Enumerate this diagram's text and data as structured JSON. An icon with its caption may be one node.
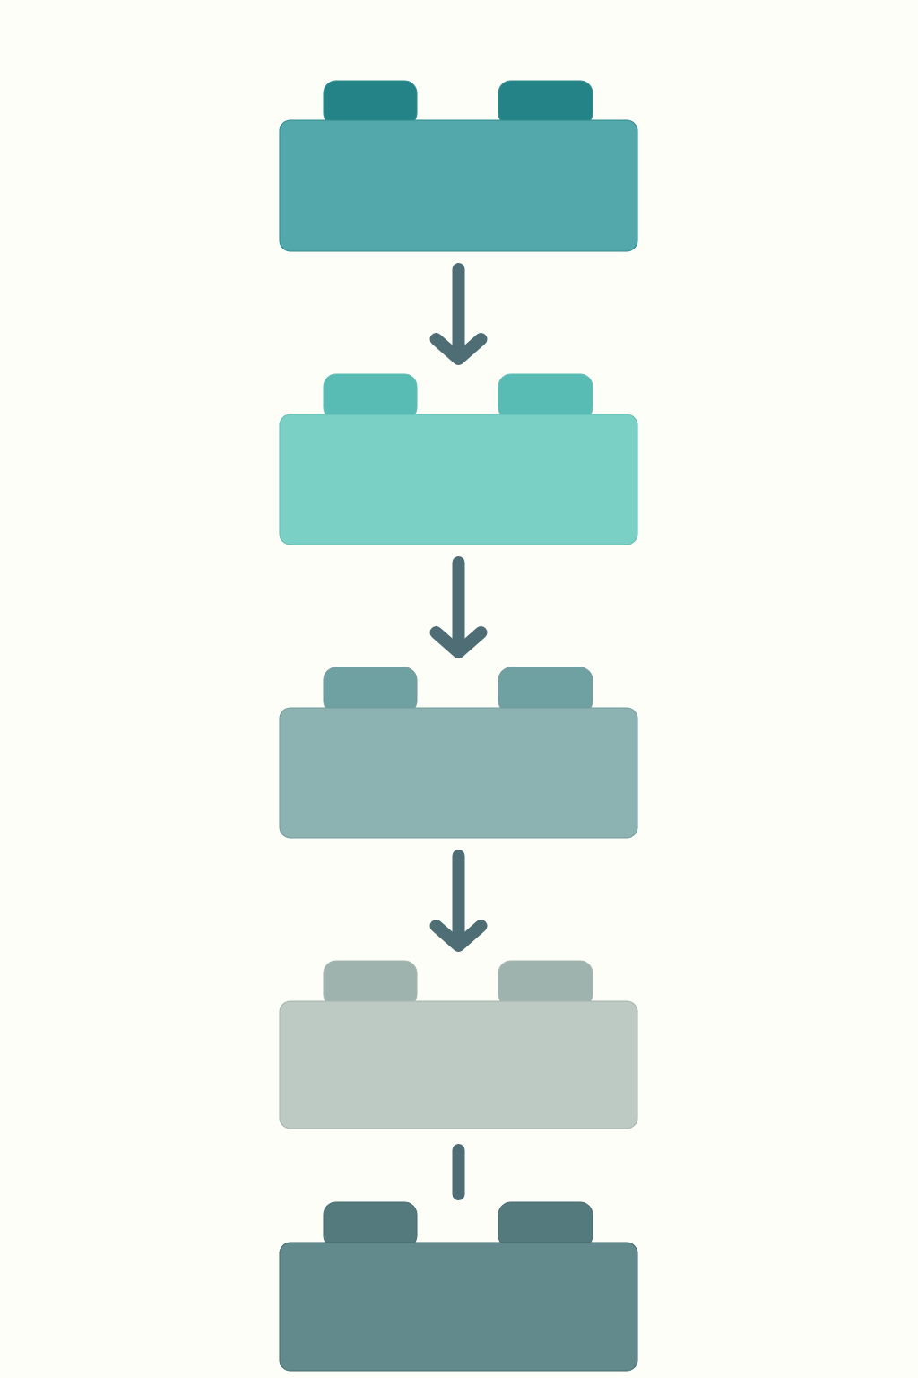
{
  "diagram": {
    "nodes": [
      {
        "text": [],
        "shape": "brick"
      },
      {
        "text": [],
        "shape": "brick"
      },
      {
        "text": [],
        "shape": "brick"
      },
      {
        "text": [],
        "shape": "brick"
      },
      {
        "text": [],
        "shape": "brick"
      }
    ],
    "edges": [
      {
        "from": 0,
        "to": 1,
        "arrow": "to"
      },
      {
        "from": 1,
        "to": 2,
        "arrow": "to"
      },
      {
        "from": 2,
        "to": 3,
        "arrow": "to"
      },
      {
        "from": 3,
        "to": 4,
        "arrow": "none"
      }
    ]
  }
}
